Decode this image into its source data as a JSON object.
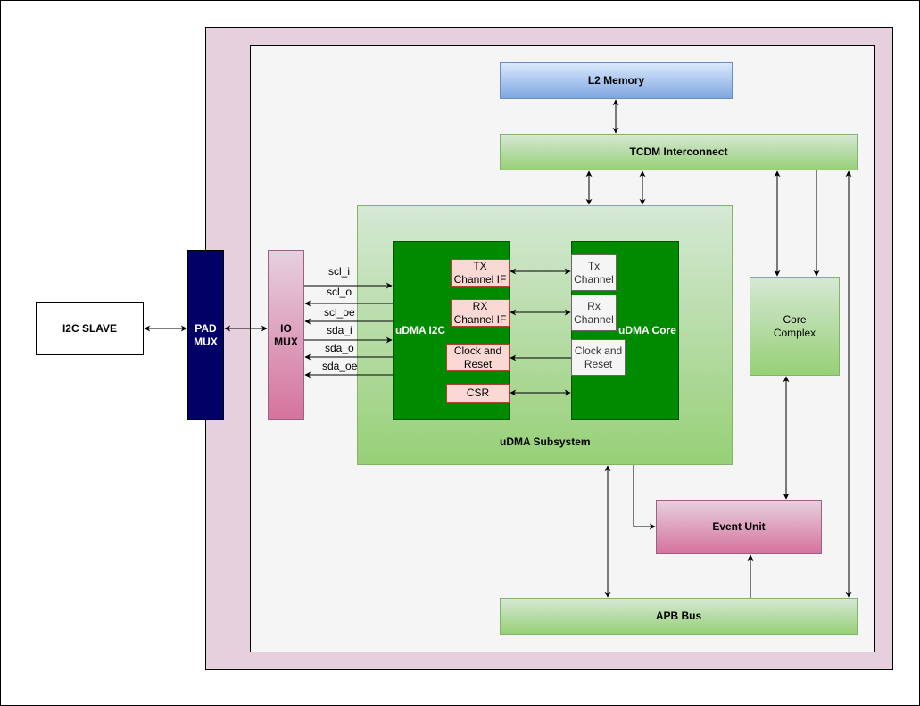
{
  "diagram": {
    "external": {
      "i2c_slave": "I2C SLAVE"
    },
    "pad_mux": "PAD\nMUX",
    "io_mux": "IO\nMUX",
    "l2_memory": "L2 Memory",
    "tcdm": "TCDM Interconnect",
    "udma_subsystem": "uDMA Subsystem",
    "udma_i2c": {
      "title": "uDMA I2C",
      "blocks": [
        "TX\nChannel IF",
        "RX\nChannel IF",
        "Clock and\nReset",
        "CSR"
      ]
    },
    "udma_core": {
      "title": "uDMA Core",
      "blocks": [
        "Tx\nChannel",
        "Rx\nChannel",
        "Clock and\nReset"
      ]
    },
    "core_complex": "Core\nComplex",
    "event_unit": "Event Unit",
    "apb_bus": "APB Bus",
    "signals": [
      "scl_i",
      "scl_o",
      "scl_oe",
      "sda_i",
      "sda_o",
      "sda_oe"
    ],
    "colors": {
      "soc_border": "#e6d0de",
      "subsystem_bg": "#f5f5f5",
      "l2_memory": "#7ea6e0",
      "green_block": "#97d077",
      "pink_block": "#d5739d",
      "pad_mux": "#000066",
      "udma_dark": "#008a00",
      "channel_if": "#fad9d5"
    }
  }
}
